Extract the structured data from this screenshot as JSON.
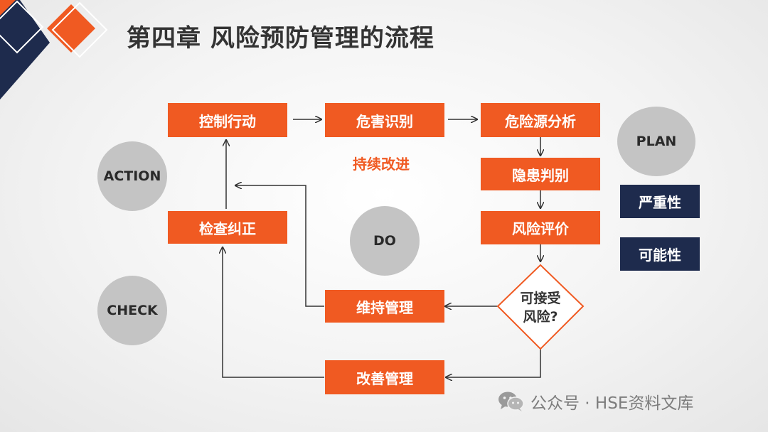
{
  "title": "第四章 风险预防管理的流程",
  "process_boxes": {
    "control_action": "控制行动",
    "hazard_identification": "危害识别",
    "hazard_source_analysis": "危险源分析",
    "hidden_danger_judgment": "隐患判别",
    "risk_evaluation": "风险评价",
    "inspection_correction": "检查纠正",
    "maintain_management": "维持管理",
    "improve_management": "改善管理"
  },
  "continuous_improvement": "持续改进",
  "decision": {
    "line1": "可接受",
    "line2": "风险?"
  },
  "pdca": {
    "plan": "PLAN",
    "do": "DO",
    "check": "CHECK",
    "action": "ACTION"
  },
  "criteria": {
    "severity": "严重性",
    "possibility": "可能性"
  },
  "watermark": "公众号 · HSE资料文库",
  "colors": {
    "orange": "#f05a22",
    "navy": "#1e2b4d",
    "gray_circle": "#c4c4c4",
    "title_text": "#333333"
  }
}
